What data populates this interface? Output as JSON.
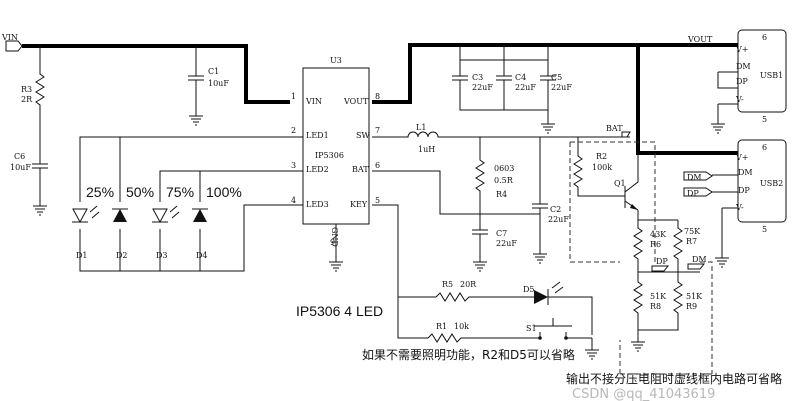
{
  "nets": {
    "vin": "VIN",
    "vout": "VOUT",
    "bat": "BAT",
    "dp": "DP",
    "dm": "DM"
  },
  "ic": {
    "ref": "U3",
    "part": "IP5306",
    "gnd": "GND",
    "pins_left": [
      {
        "num": "1",
        "name": "VIN"
      },
      {
        "num": "2",
        "name": "LED1"
      },
      {
        "num": "3",
        "name": "LED2"
      },
      {
        "num": "4",
        "name": "LED3"
      }
    ],
    "pins_right": [
      {
        "num": "8",
        "name": "VOUT"
      },
      {
        "num": "7",
        "name": "SW"
      },
      {
        "num": "6",
        "name": "BAT"
      },
      {
        "num": "5",
        "name": "KEY"
      }
    ],
    "gnd_pin": "9"
  },
  "components": {
    "r3": {
      "ref": "R3",
      "value": "2R"
    },
    "c6": {
      "ref": "C6",
      "value": "10uF"
    },
    "c1": {
      "ref": "C1",
      "value": "10uF"
    },
    "c3": {
      "ref": "C3",
      "value": "22uF"
    },
    "c4": {
      "ref": "C4",
      "value": "22uF"
    },
    "c5": {
      "ref": "C5",
      "value": "22uF"
    },
    "l1": {
      "ref": "L1",
      "value": "1uH"
    },
    "r4": {
      "ref": "R4",
      "size": "0603",
      "value": "0.5R"
    },
    "c7": {
      "ref": "C7",
      "value": "22uF"
    },
    "c2": {
      "ref": "C2",
      "value": "22uF"
    },
    "r2": {
      "ref": "R2",
      "value": "100k"
    },
    "q1": {
      "ref": "Q1"
    },
    "r6": {
      "ref": "R6",
      "value": "43K"
    },
    "r7": {
      "ref": "R7",
      "value": "75K"
    },
    "r8": {
      "ref": "R8",
      "value": "51K"
    },
    "r9": {
      "ref": "R9",
      "value": "51K"
    },
    "r5": {
      "ref": "R5",
      "value": "20R"
    },
    "r1": {
      "ref": "R1",
      "value": "10k"
    },
    "d5": {
      "ref": "D5"
    },
    "s1": {
      "ref": "S1"
    }
  },
  "leds": [
    {
      "ref": "D1",
      "percent": "25%"
    },
    {
      "ref": "D2",
      "percent": "50%"
    },
    {
      "ref": "D3",
      "percent": "75%"
    },
    {
      "ref": "D4",
      "percent": "100%"
    }
  ],
  "usb1": {
    "name": "USB1",
    "vplus": "V+",
    "vminus": "V-",
    "dm": "DM",
    "dp": "DP",
    "pin_top": "6",
    "pin_bot": "5"
  },
  "usb2": {
    "name": "USB2",
    "vplus": "V+",
    "vminus": "V-",
    "dm": "DM",
    "dp": "DP",
    "pin_top": "6",
    "pin_bot": "5"
  },
  "captions": {
    "title": "IP5306 4 LED",
    "note_lighting": "如果不需要照明功能，R2和D5可以省略",
    "note_output": "输出不接分压电阻时虚线框内电路可省略",
    "watermark": "CSDN @qq_41043619"
  }
}
